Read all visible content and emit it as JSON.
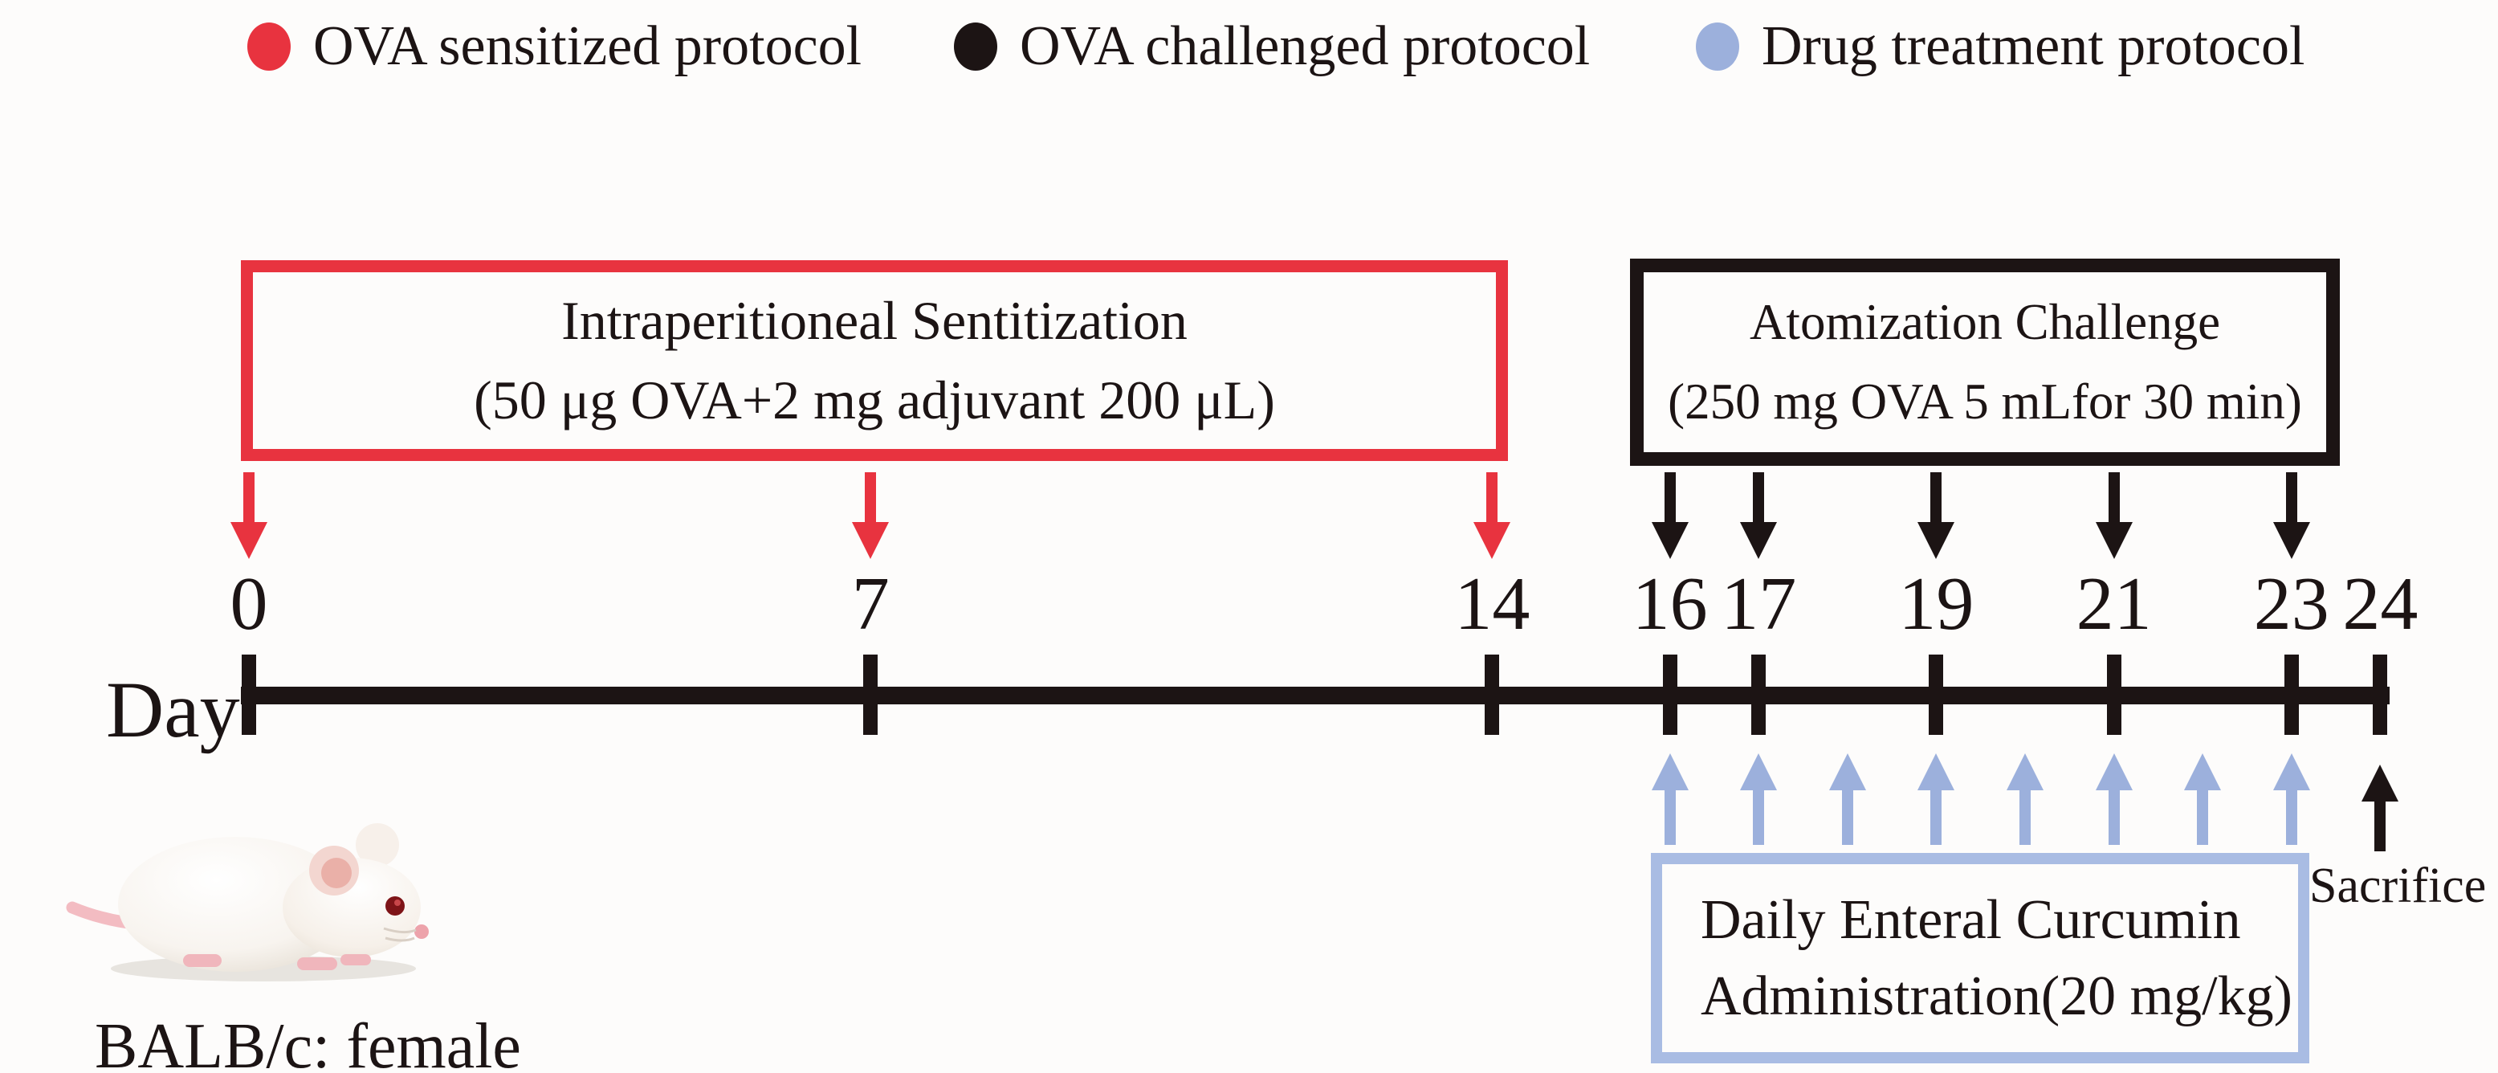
{
  "legend": {
    "items": [
      {
        "id": "sensitized",
        "dot_icon": "red-dot",
        "label": "OVA sensitized protocol"
      },
      {
        "id": "challenged",
        "dot_icon": "black-dot",
        "label": "OVA challenged protocol"
      },
      {
        "id": "treatment",
        "dot_icon": "blue-dot",
        "label": "Drug treatment protocol"
      }
    ]
  },
  "boxes": {
    "sensitization": {
      "line1": "Intraperitioneal Sentitization",
      "line2": "(50 μg OVA+2 mg adjuvant 200 μL)"
    },
    "challenge": {
      "line1": "Atomization Challenge",
      "line2": "(250 mg OVA 5 mLfor 30 min)"
    },
    "treatment": {
      "line1": "Daily Enteral Curcumin",
      "line2": "Administration(20 mg/kg)"
    }
  },
  "timeline": {
    "axis_label": "Day",
    "tick_days": [
      0,
      7,
      14,
      16,
      17,
      19,
      21,
      23,
      24
    ],
    "sensitization_days": [
      0,
      7,
      14
    ],
    "challenge_days": [
      16,
      17,
      19,
      21,
      23
    ],
    "treatment_days": [
      16,
      17,
      18,
      19,
      20,
      21,
      22,
      23
    ],
    "sacrifice_day": 24,
    "sacrifice_label": "Sacrifice"
  },
  "subject": {
    "label": "BALB/c: female",
    "image": "white-mouse-photo"
  },
  "colors": {
    "red": "#e8333f",
    "ink": "#1c1414",
    "blue": "#9cb0dc",
    "blue_border": "#a9bce3",
    "background": "#fdfcfb"
  }
}
